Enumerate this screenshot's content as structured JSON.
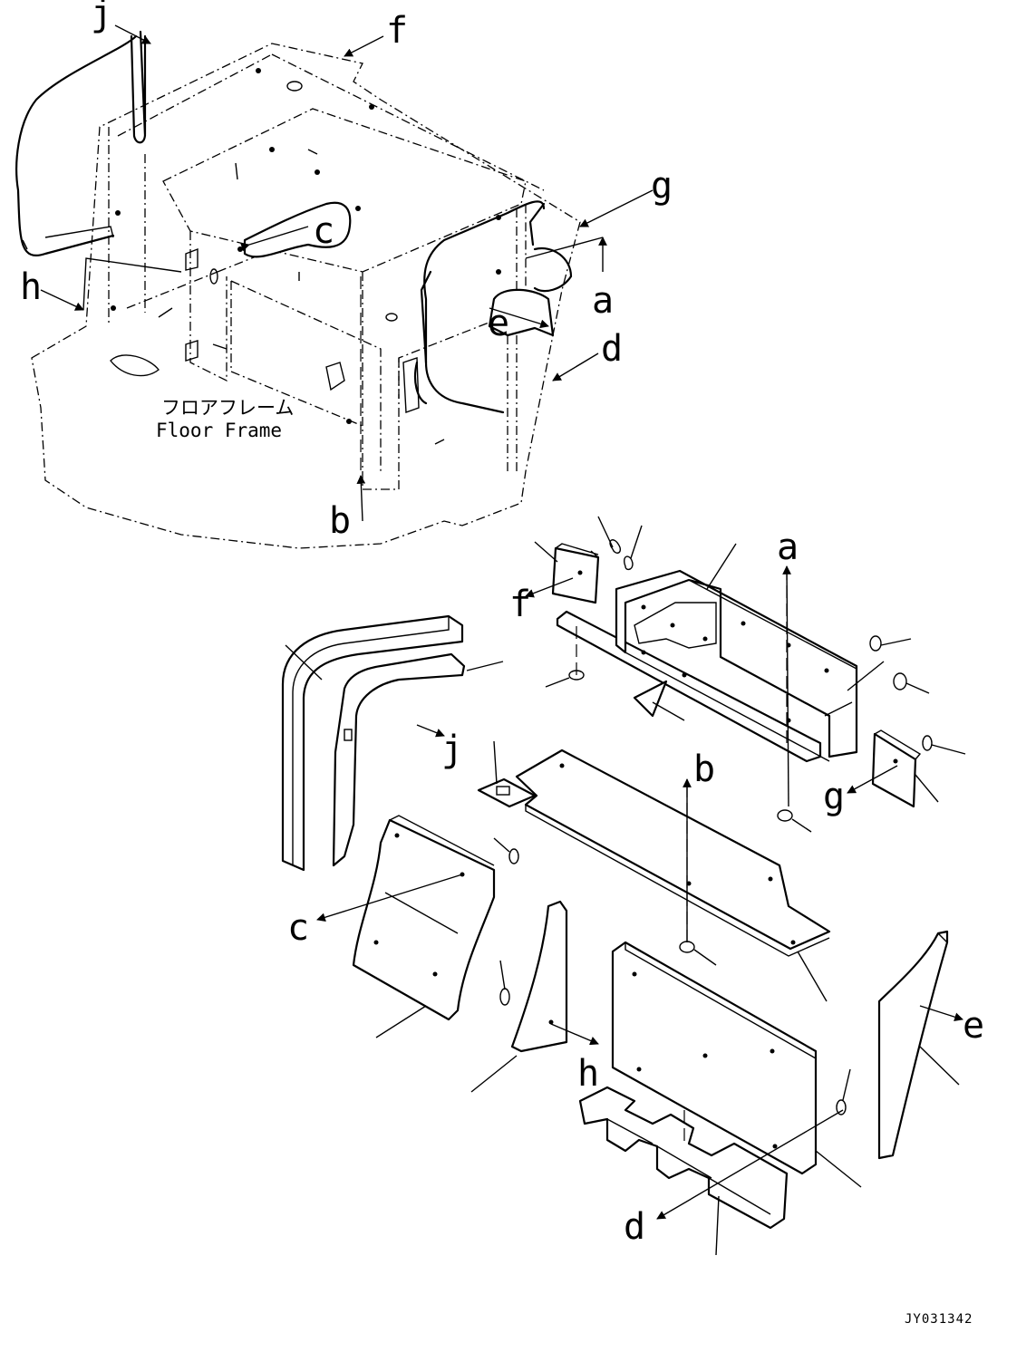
{
  "labels": {
    "a": "a",
    "b": "b",
    "c": "c",
    "d": "d",
    "e": "e",
    "f": "f",
    "g": "g",
    "h": "h",
    "j": "j"
  },
  "caption": {
    "jp": "フロアフレーム",
    "en": "Floor Frame"
  },
  "drawing_code": "JY031342"
}
